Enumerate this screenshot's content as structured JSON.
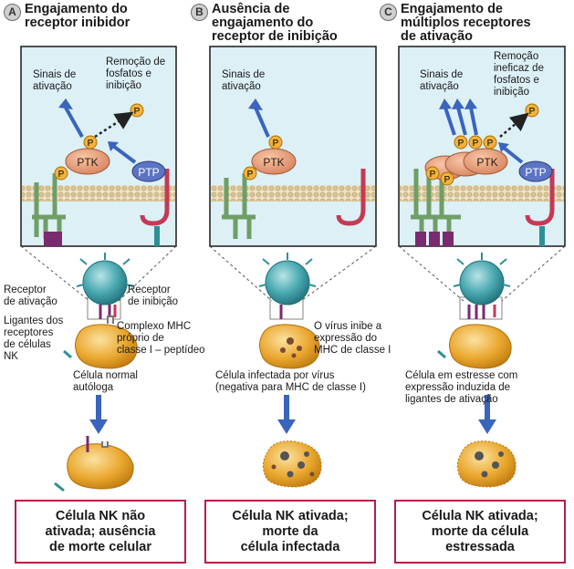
{
  "panels": [
    {
      "letter": "A",
      "title": "Engajamento do\nreceptor inibidor",
      "box_labels": {
        "signals": "Sinais de\nativação",
        "removal": "Remoção de\nfosfatos e\ninibição",
        "ptk": "PTK",
        "ptp": "PTP",
        "p": "P"
      },
      "cell_labels": {
        "activation_receptor": "Receptor\nde ativação",
        "inhibition_receptor": "Receptor\nde inibição",
        "ligands": "Ligantes dos\nreceptores\nde células\nNK",
        "mhc_complex": "Complexo MHC\npróprio de\nclasse I – peptídeo"
      },
      "cell_caption": "Célula normal\nautóloga",
      "outcome": "Célula NK não\nativada; ausência\nde morte celular"
    },
    {
      "letter": "B",
      "title": "Ausência de\nengajamento do\nreceptor de inibição",
      "box_labels": {
        "signals": "Sinais de\nativação",
        "ptk": "PTK",
        "p": "P"
      },
      "cell_labels": {
        "virus_note": "O vírus inibe a\nexpressão do\nMHC de classe I"
      },
      "cell_caption": "Célula infectada por vírus\n(negativa para MHC de classe I)",
      "outcome": "Célula NK ativada;\nmorte da\ncélula infectada"
    },
    {
      "letter": "C",
      "title": "Engajamento de\nmúltiplos receptores\nde ativação",
      "box_labels": {
        "signals": "Sinais de\nativação",
        "removal": "Remoção\nineficaz de\nfosfatos e\ninibição",
        "ptk": "PTK",
        "ptp": "PTP",
        "p": "P"
      },
      "cell_caption": "Célula em estresse com\nexpressão induzida de\nligantes de ativação",
      "outcome": "Célula NK ativada;\nmorte da célula\nestressada"
    }
  ],
  "colors": {
    "box_bg": "#dcf0f6",
    "membrane": "#e0cfa8",
    "ptk": "#e69e78",
    "ptp": "#5b74c4",
    "phosphate": "#f3b23a",
    "activating_receptor": "#6f9e66",
    "inhibitory_receptor": "#c33a55",
    "ligand": "#7a2a6e",
    "nk_cell": "#2f8f97",
    "target_cell": "#e2a224",
    "arrow": "#3a64bd",
    "outcome_border": "#b51f47"
  },
  "icons": [
    "signal-arrow-icon",
    "down-arrow-icon",
    "dotted-arrow-icon"
  ]
}
